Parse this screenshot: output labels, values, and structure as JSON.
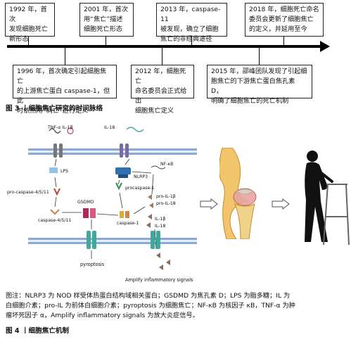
{
  "figure3": {
    "top_boxes": [
      {
        "text": "1992 年，首次\n发现细胞死亡\n新形态"
      },
      {
        "text": "2001 年，首次\n用“焦亡”描述\n细胞死亡形态"
      },
      {
        "text": "2013 年，caspase-11\n被发现，确立了细胞\n焦亡的非经典途径"
      },
      {
        "text": "2018 年，细胞死亡命名\n委员会更新了细胞焦亡\n的定义，并延用至今"
      }
    ],
    "bottom_boxes": [
      {
        "text": "1996 年，首次确定引起细胞焦亡\n的上游焦亡蛋白 caspase-1，但此\n时依然用“凋亡”进行定义"
      },
      {
        "text": "2012 年，细胞死亡\n命名委员会正式给出\n细胞焦亡定义"
      },
      {
        "text": "2015 年，邵峰团队发现了引起细\n胞焦亡的下游焦亡蛋白焦孔素 D，\n明确了细胞焦亡的死亡机制"
      }
    ],
    "caption": "图 3 丨细胞焦亡研究的时间脉络"
  },
  "figure4": {
    "labels": {
      "tnf_il1b": "TNF-α  IL-1β",
      "il18": "IL-18",
      "lps": "LPS",
      "nlrp3": "NLRP3",
      "nfkb": "NF-κB",
      "procaspase1": "procaspase-1",
      "procaspase4511": "pro-caspase-4/5/11",
      "gsdmd": "GSDMD",
      "pro_il1b": "pro-IL-1β",
      "pro_il18": "pro-IL-18",
      "caspase4511": "caspase-4/5/11",
      "caspase1": "caspase-1",
      "il1b": "IL-1β",
      "il18b": "IL-18",
      "pyroptosis": "pyroptosis",
      "amplify": "Amplify inflammatory signals"
    },
    "caption_note": "图注：NLRP3 为 NOD 样受体热蛋白结构域相关蛋白；GSDMD 为焦孔素 D；LPS 为脂多糖；IL 为\n白细胞介素；pro-IL 为前体白细胞介素；pyroptosis 为细胞焦亡；NF-κB 为核因子 κB，TNF-α 为肿\n瘤坏死因子 α，Amplify inflammatory signals 为放大炎症信号。",
    "caption": "图 4 丨细胞焦亡机制"
  },
  "colors": {
    "membrane": "#8aa9d6",
    "gsdmd": "#b0265a",
    "channel": "#3fa9a0",
    "caspase": "#c9894a",
    "text": "#111111"
  }
}
